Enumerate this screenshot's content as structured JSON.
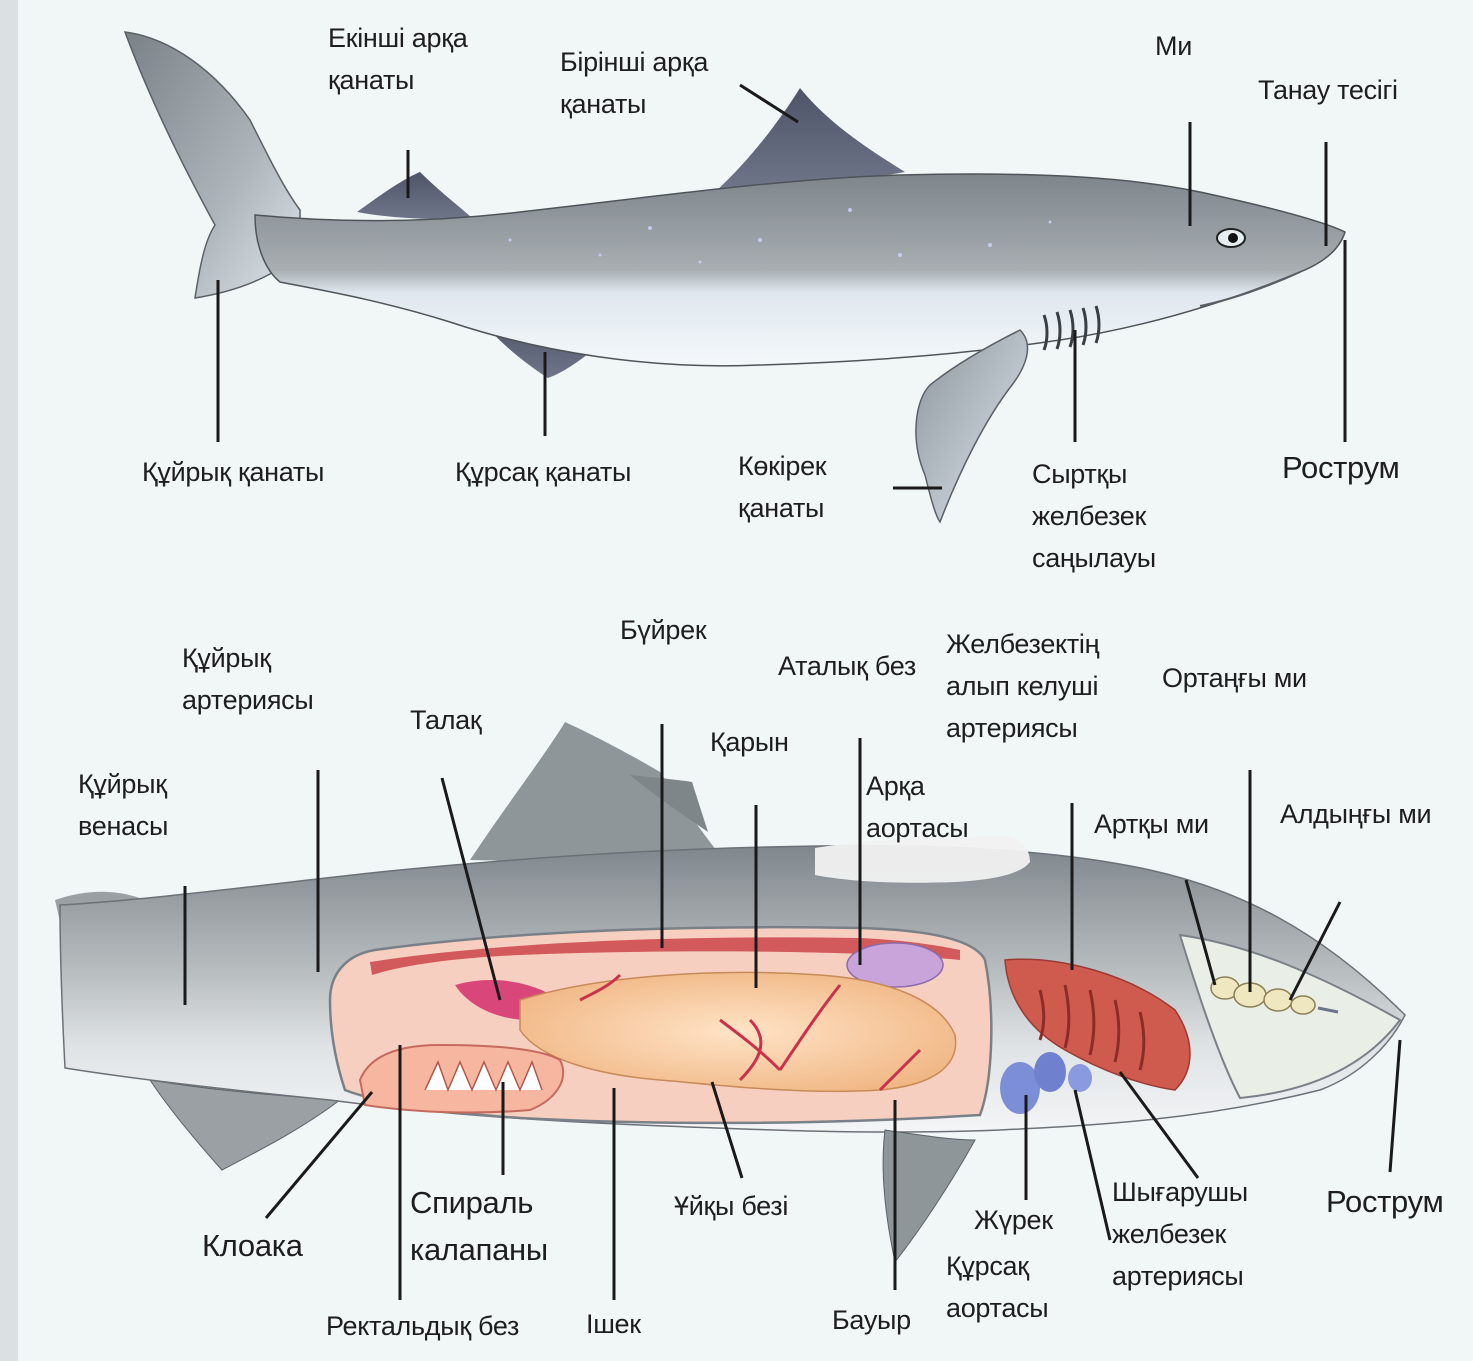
{
  "external_view": {
    "labels": {
      "second_dorsal_fin": "Екінші арқа\nқанаты",
      "first_dorsal_fin": "Бірінші арқа\nқанаты",
      "brain": "Ми",
      "nostril": "Танау тесігі",
      "tail_fin": "Құйрық қанаты",
      "pelvic_fin": "Құрсақ қанаты",
      "pectoral_fin": "Көкірек\nқанаты",
      "gill_slits": "Сыртқы\nжелбезек\nсаңылауы",
      "rostrum": "Рострум"
    }
  },
  "internal_view": {
    "labels": {
      "kidney": "Бүйрек",
      "caudal_artery": "Құйрық\nартериясы",
      "spleen": "Талақ",
      "testis": "Аталық без",
      "afferent_gill_artery": "Желбезектің\nалып келуші\nартериясы",
      "midbrain": "Ортаңғы ми",
      "stomach": "Қарын",
      "caudal_vein": "Құйрық\nвенасы",
      "dorsal_aorta": "Арқа\nаортасы",
      "hindbrain": "Артқы ми",
      "forebrain": "Алдыңғы ми",
      "spiral_valve": "Спираль\nкалапаны",
      "cloaca": "Клоака",
      "pancreas": "Ұйқы безі",
      "heart": "Жүрек",
      "efferent_gill_artery": "Шығарушы\nжелбезек\nартериясы",
      "rostrum": "Рострум",
      "ventral_aorta": "Құрсақ\nаортасы",
      "rectal_gland": "Ректальдық без",
      "intestine": "Ішек",
      "liver": "Бауыр"
    }
  },
  "colors": {
    "body_top": "#8f969a",
    "body_belly": "#e6eef4",
    "fins": "#5c6274",
    "liver": "#f4c9a3",
    "gills": "#cf5a4e",
    "vessels": "#c9324a",
    "heart": "#7d8ed8"
  }
}
